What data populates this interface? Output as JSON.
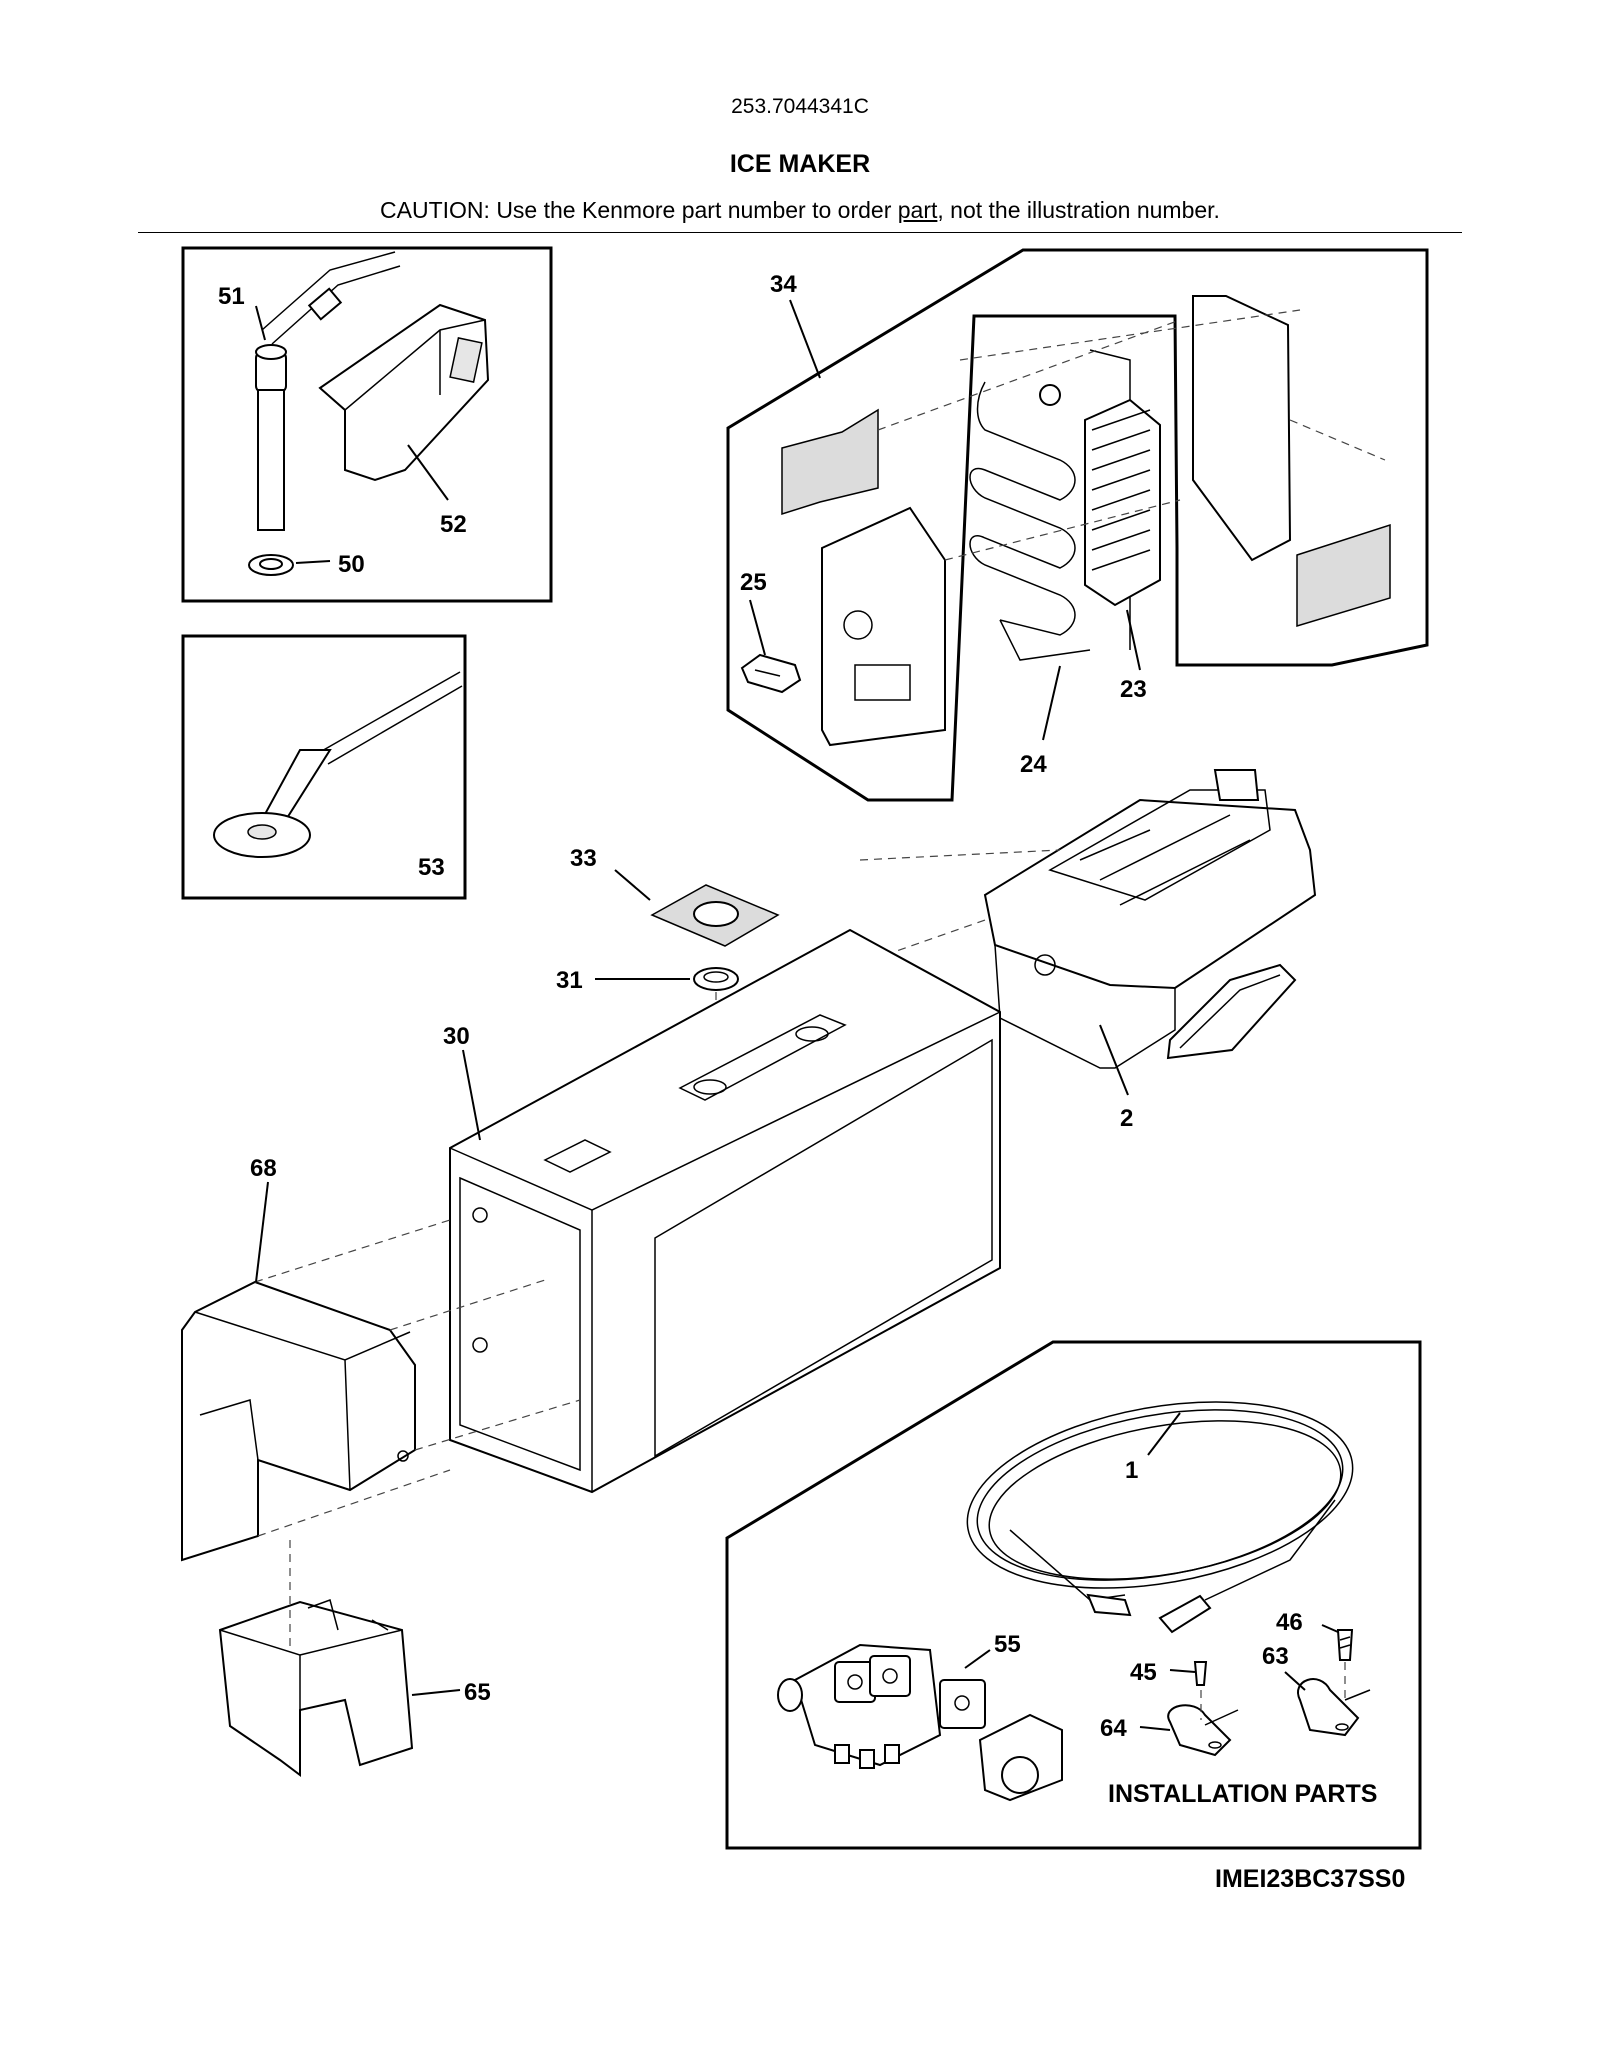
{
  "header": {
    "model_number": "253.7044341C",
    "title": "ICE MAKER",
    "caution_prefix": "CAUTION: Use the Kenmore part number to order ",
    "caution_underlined": "part",
    "caution_suffix": ", not the illustration number."
  },
  "callouts": {
    "c51": "51",
    "c52": "52",
    "c50": "50",
    "c53": "53",
    "c34": "34",
    "c25": "25",
    "c23": "23",
    "c24": "24",
    "c33": "33",
    "c31": "31",
    "c30": "30",
    "c2": "2",
    "c68": "68",
    "c65": "65",
    "c1": "1",
    "c55": "55",
    "c46": "46",
    "c45": "45",
    "c63": "63",
    "c64": "64"
  },
  "installation_parts_label": "INSTALLATION PARTS",
  "diagram_code": "IMEI23BC37SS0"
}
